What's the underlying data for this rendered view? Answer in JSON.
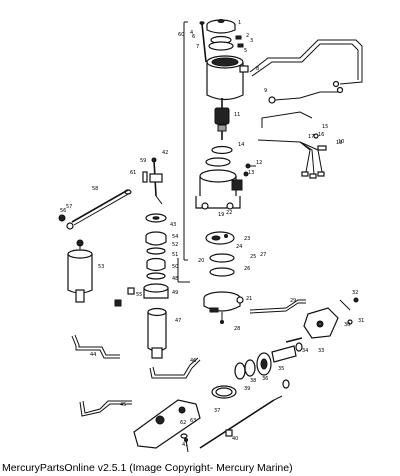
{
  "caption": "MercuryPartsOnline v2.5.1 (Image Copyright- Mercury Marine)",
  "callouts": [
    {
      "id": "c1",
      "text": "1"
    },
    {
      "id": "c2",
      "text": "2"
    },
    {
      "id": "c3",
      "text": "3"
    },
    {
      "id": "c4",
      "text": "4"
    },
    {
      "id": "c5",
      "text": "5"
    },
    {
      "id": "c6",
      "text": "6"
    },
    {
      "id": "c7",
      "text": "7"
    },
    {
      "id": "c8",
      "text": "8"
    },
    {
      "id": "c9",
      "text": "9"
    },
    {
      "id": "c10",
      "text": "10"
    },
    {
      "id": "c11",
      "text": "11"
    },
    {
      "id": "c12",
      "text": "12"
    },
    {
      "id": "c13",
      "text": "13"
    },
    {
      "id": "c14",
      "text": "14"
    },
    {
      "id": "c15",
      "text": "15"
    },
    {
      "id": "c16",
      "text": "16"
    },
    {
      "id": "c17",
      "text": "17"
    },
    {
      "id": "c18",
      "text": "18"
    },
    {
      "id": "c19",
      "text": "19"
    },
    {
      "id": "c20",
      "text": "20"
    },
    {
      "id": "c21",
      "text": "21"
    },
    {
      "id": "c22",
      "text": "22"
    },
    {
      "id": "c23",
      "text": "23"
    },
    {
      "id": "c24",
      "text": "24"
    },
    {
      "id": "c25",
      "text": "25"
    },
    {
      "id": "c26",
      "text": "26"
    },
    {
      "id": "c27",
      "text": "27"
    },
    {
      "id": "c28",
      "text": "28"
    },
    {
      "id": "c29",
      "text": "29"
    },
    {
      "id": "c30",
      "text": "30"
    },
    {
      "id": "c31",
      "text": "31"
    },
    {
      "id": "c32",
      "text": "32"
    },
    {
      "id": "c33",
      "text": "33"
    },
    {
      "id": "c34",
      "text": "34"
    },
    {
      "id": "c35",
      "text": "35"
    },
    {
      "id": "c36",
      "text": "36"
    },
    {
      "id": "c37",
      "text": "37"
    },
    {
      "id": "c38",
      "text": "38"
    },
    {
      "id": "c39",
      "text": "39"
    },
    {
      "id": "c40",
      "text": "40"
    },
    {
      "id": "c41",
      "text": "41"
    },
    {
      "id": "c42",
      "text": "42"
    },
    {
      "id": "c43",
      "text": "43"
    },
    {
      "id": "c44",
      "text": "44"
    },
    {
      "id": "c45",
      "text": "45"
    },
    {
      "id": "c46",
      "text": "46"
    },
    {
      "id": "c47",
      "text": "47"
    },
    {
      "id": "c48",
      "text": "48"
    },
    {
      "id": "c49",
      "text": "49"
    },
    {
      "id": "c50",
      "text": "50"
    },
    {
      "id": "c51",
      "text": "51"
    },
    {
      "id": "c52",
      "text": "52"
    },
    {
      "id": "c53",
      "text": "53"
    },
    {
      "id": "c54",
      "text": "54"
    },
    {
      "id": "c55",
      "text": "55"
    },
    {
      "id": "c56",
      "text": "56"
    },
    {
      "id": "c57",
      "text": "57"
    },
    {
      "id": "c58",
      "text": "58"
    },
    {
      "id": "c59",
      "text": "59"
    },
    {
      "id": "c60",
      "text": "60"
    },
    {
      "id": "c61",
      "text": "61"
    },
    {
      "id": "c62",
      "text": "62"
    },
    {
      "id": "c63",
      "text": "63"
    }
  ]
}
